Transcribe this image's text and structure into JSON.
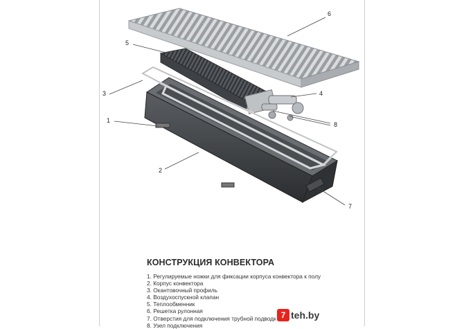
{
  "diagram": {
    "callouts": [
      "1",
      "2",
      "3",
      "4",
      "5",
      "6",
      "7",
      "8"
    ],
    "caption_title": "КОНСТРУКЦИЯ КОНВЕКТОРА",
    "legend": [
      "1. Регулируемые ножки для фиксации корпуса конвектора к полу",
      "2. Корпус конвектора",
      "3. Окантовочный профиль",
      "4. Воздухоспускной клапан",
      "5. Теплообменник",
      "6. Решетка рулонная",
      "7. Отверстия для подключения трубной подводки с л",
      "8. Узел подключения"
    ]
  },
  "watermark": {
    "logo_letter": "7",
    "text": "teh.by"
  },
  "colors": {
    "housing": "#3c4043",
    "grille": "#b9bcbf",
    "frame": "#d7d9db",
    "accent": "#e8231e"
  }
}
